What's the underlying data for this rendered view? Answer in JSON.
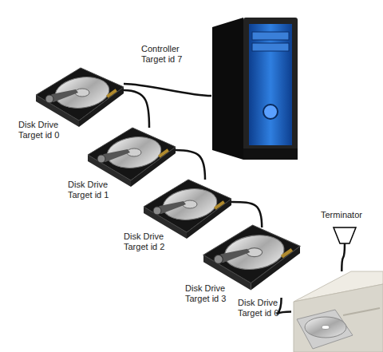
{
  "diagram": {
    "nodes": [
      {
        "text": [
          "Controller Target id 7"
        ]
      },
      {
        "text": [
          "Disk Drive Target id 0"
        ]
      },
      {
        "text": [
          "Disk Drive Target id 1"
        ]
      },
      {
        "text": [
          "Disk Drive Target id 2"
        ]
      },
      {
        "text": [
          "Disk Drive Target id 3"
        ]
      },
      {
        "text": [
          "Terminator"
        ]
      },
      {
        "text": [
          "Disk Drive Target id 6"
        ]
      }
    ],
    "edges": [
      {
        "from": 0,
        "to": 1,
        "arrow": "none"
      },
      {
        "from": 1,
        "to": 2,
        "arrow": "none"
      },
      {
        "from": 2,
        "to": 3,
        "arrow": "none"
      },
      {
        "from": 3,
        "to": 4,
        "arrow": "none"
      },
      {
        "from": 4,
        "to": 6,
        "arrow": "none"
      },
      {
        "from": 5,
        "to": 6,
        "arrow": "none"
      }
    ]
  }
}
